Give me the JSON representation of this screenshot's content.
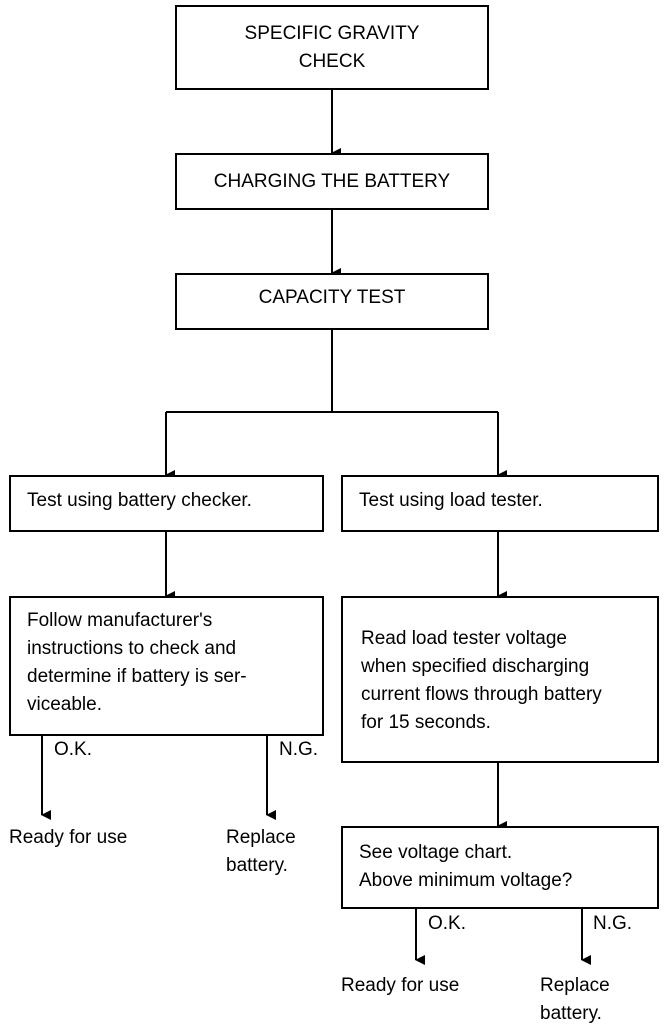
{
  "flowchart": {
    "step_specific_gravity": "SPECIFIC GRAVITY\nCHECK",
    "step_charging": "CHARGING THE BATTERY",
    "step_capacity": "CAPACITY TEST",
    "left_branch": {
      "test": "Test using battery checker.",
      "instructions": "Follow manufacturer's\ninstructions to check and\ndetermine if battery is ser-\nviceable.",
      "ok_label": "O.K.",
      "ng_label": "N.G.",
      "ok_result": "Ready for use",
      "ng_result": "Replace\nbattery."
    },
    "right_branch": {
      "test": "Test using load tester.",
      "instructions": "Read load tester voltage\nwhen specified discharging\ncurrent  flows through battery\n for 15   seconds.",
      "check": "See voltage chart.\nAbove minimum voltage?",
      "ok_label": "O.K.",
      "ng_label": "N.G.",
      "ok_result": "Ready for use",
      "ng_result": "Replace\nbattery."
    }
  }
}
